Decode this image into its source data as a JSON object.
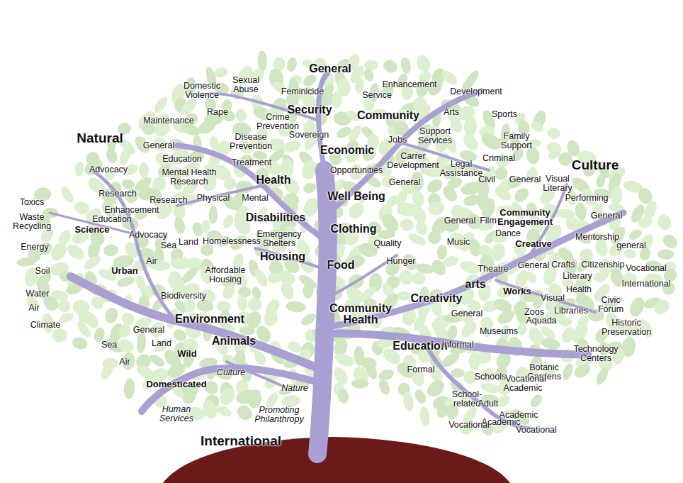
{
  "diagram": {
    "labels": [
      "General",
      "Security",
      "Community",
      "Economic",
      "Health",
      "Well Being",
      "Disabilities",
      "Clothing",
      "Housing",
      "Food",
      "Natural",
      "Culture",
      "Environment",
      "Animals",
      "Community Health",
      "Creativity",
      "Education",
      "arts",
      "International",
      "Domestic Violence",
      "Sexual Abuse",
      "Feminicide",
      "Enhancement",
      "Service",
      "Development",
      "Maintenance",
      "Rape",
      "Crime Prevention",
      "Sovereign",
      "Arts",
      "Sports",
      "General",
      "Disease Prevention",
      "Jobs",
      "Support Services",
      "Family Support",
      "Criminal",
      "Education",
      "Treatment",
      "Carrer Development",
      "Opportunities",
      "Legal Assistance",
      "Advocacy",
      "Mental Health Research",
      "Civil",
      "General",
      "Visual Literary",
      "Research",
      "Research",
      "Physical",
      "Mental",
      "General",
      "Toxics",
      "Enhancement",
      "Performing",
      "Waste Recycling",
      "Education",
      "Community Engagement",
      "General",
      "Science",
      "Advocacy",
      "Emergency Shelters",
      "Quality",
      "General",
      "Film",
      "Dance",
      "Mentorship",
      "Energy",
      "Sea",
      "Land",
      "Homelessness",
      "Creative",
      "general",
      "Music",
      "Air",
      "Urban",
      "Affordable Housing",
      "Hunger",
      "Theatre",
      "General",
      "Crafts",
      "Citizenship",
      "Vocational",
      "Soil",
      "Literary",
      "International",
      "Works",
      "Health",
      "Biodiversity",
      "Water",
      "Visual",
      "Libraries",
      "Civic Forum",
      "Air",
      "Climate",
      "General",
      "Zoos",
      "Aquada",
      "General",
      "Historic Preservation",
      "Land",
      "Museums",
      "Sea",
      "Wild",
      "Informal",
      "Technology Centers",
      "Air",
      "Domesticated",
      "Culture",
      "Nature",
      "Botanic Gardens",
      "Formal",
      "Schools",
      "Vocational",
      "Academic",
      "Human Services",
      "Promoting Philanthropy",
      "School-related",
      "Adult",
      "Academic",
      "Academic",
      "Vocational",
      "Vocational"
    ]
  }
}
